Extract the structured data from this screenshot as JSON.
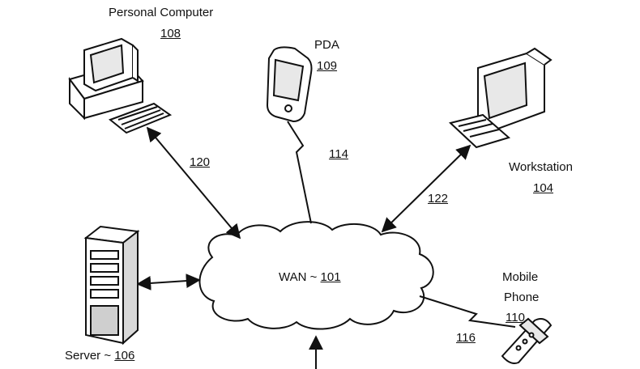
{
  "nodes": {
    "personal_computer": {
      "name": "Personal Computer",
      "ref": "108"
    },
    "pda": {
      "name": "PDA",
      "ref": "109"
    },
    "workstation": {
      "name": "Workstation",
      "ref": "104"
    },
    "server": {
      "name": "Server ~",
      "ref": "106"
    },
    "mobile_phone": {
      "name_line1": "Mobile",
      "name_line2": "Phone",
      "ref": "110"
    },
    "wan": {
      "name": "WAN ~",
      "ref": "101"
    }
  },
  "links": {
    "pc_link": "120",
    "pda_link": "114",
    "workstation_link": "122",
    "mobile_link": "116"
  }
}
